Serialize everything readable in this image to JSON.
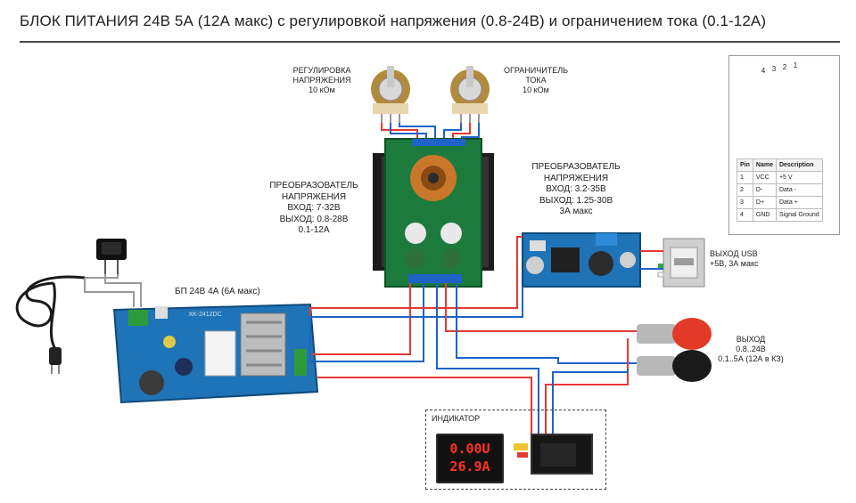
{
  "title": "БЛОК ПИТАНИЯ 24В 5А (12А макс) с регулировкой напряжения (0.8-24В) и ограничением тока (0.1-12А)",
  "pot_voltage": {
    "line1": "РЕГУЛИРОВКА",
    "line2": "НАПРЯЖЕНИЯ",
    "line3": "10 кОм"
  },
  "pot_current": {
    "line1": "ОГРАНИЧИТЕЛЬ",
    "line2": "ТОКА",
    "line3": "10 кОм"
  },
  "converter1": {
    "line1": "ПРЕОБРАЗОВАТЕЛЬ",
    "line2": "НАПРЯЖЕНИЯ",
    "line3": "ВХОД: 7-32В",
    "line4": "ВЫХОД: 0.8-28В",
    "line5": "0.1-12А"
  },
  "converter2": {
    "line1": "ПРЕОБРАЗОВАТЕЛЬ",
    "line2": "НАПРЯЖЕНИЯ",
    "line3": "ВХОД: 3.2-35В",
    "line4": "ВЫХОД: 1.25-30В",
    "line5": "3А макс"
  },
  "psu_label": "БП 24В 4А (6А макс)",
  "psu_marking": "XK-2412DC",
  "usb_output": {
    "line1": "ВЫХОД USB",
    "line2": "+5В, 3А макс"
  },
  "main_output": {
    "line1": "ВЫХОД",
    "line2": "0.8..24В",
    "line3": "0.1..5А (12А в КЗ)"
  },
  "indicator": {
    "title": "ИНДИКАТОР",
    "voltage": "0.00U",
    "current": "26.9A"
  },
  "usb_pinout": {
    "pin_numbers": [
      "4",
      "3",
      "2",
      "1"
    ],
    "headers": [
      "Pin",
      "Name",
      "Description"
    ],
    "rows": [
      [
        "1",
        "VCC",
        "+5 V"
      ],
      [
        "2",
        "D-",
        "Data -"
      ],
      [
        "3",
        "D+",
        "Data +"
      ],
      [
        "4",
        "GND",
        "Signal Ground"
      ]
    ]
  },
  "colors": {
    "wire_positive": "#e53935",
    "wire_negative": "#1e63c8",
    "pcb_blue": "#1f73b7",
    "pcb_green": "#1c7a3d"
  }
}
